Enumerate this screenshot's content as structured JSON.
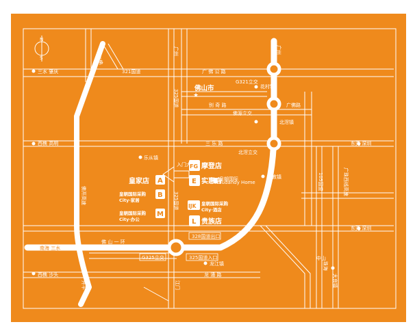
{
  "colors": {
    "background": "#ef8a1c",
    "lines": "#ffffff",
    "frame": "#ffffff"
  },
  "compass": {
    "north": "N",
    "south": "S"
  },
  "roads": {
    "sanshui_zhaoqing": "三水  肇庆",
    "guangfo_vertical": "广佛",
    "guangzhou_top": "广州",
    "guangzhou_east": "广州",
    "guodao_321": "321国道",
    "guangfo_road": "广 佛 公 路",
    "g321_interchange": "G321立交",
    "huacun_town": "花村镇",
    "guodao_325": "325国道",
    "foshan_city": "佛山市",
    "bieyu_road": "别 奇 路",
    "guangfo_road2": "广佛路",
    "foshan_interchange": "佛源立交",
    "beijiao_town": "北滘镇",
    "xiqiao_gaoming": "西樵  高明",
    "sanle_road": "三 乐 路",
    "beijiao_interchange": "北滘立交",
    "dongguan_shenzhen_1": "东莞  深圳",
    "lecong_town": "乐从镇",
    "entrance": "入门大桥",
    "guangzhu_west_highway": "广珠西线高速",
    "lunjiao_town": "伦教镇",
    "guodao_105": "105国道",
    "fokai_highway": "佛开高速",
    "dongguan_shenzhen_2": "东莞  深圳",
    "nanhai_sanshui": "南海  三水",
    "foshan_ring": "佛 山 一 环",
    "exit_328": "328国道出口",
    "g325_interchange": "G325立交",
    "entrance_325": "325国道入口",
    "longjiang_town": "龙江镇",
    "zhongshan": "中山",
    "zhuhai": "珠海",
    "xiqiao_shatou": "西樵  沙头",
    "longyong_road": "龙 涌 路",
    "kaiping": "开平",
    "jiangmen": "江门",
    "daliang_town": "大良镇"
  },
  "stores": [
    {
      "badge": "A",
      "name": "皇家店"
    },
    {
      "badge": "B",
      "name": "皇朝国际采购 City·家居"
    },
    {
      "badge": "M",
      "name": "皇朝国际采购 City·办公"
    },
    {
      "badge": "FG",
      "name": "摩登店"
    },
    {
      "badge": "E",
      "name": "实惠店"
    },
    {
      "badge": "IJK",
      "name": "皇朝国际采购 City·酒店"
    },
    {
      "badge": "L",
      "name": "贵族店"
    }
  ],
  "logo": {
    "line1": "皇朝国际",
    "line2": "Fudandy Home"
  }
}
